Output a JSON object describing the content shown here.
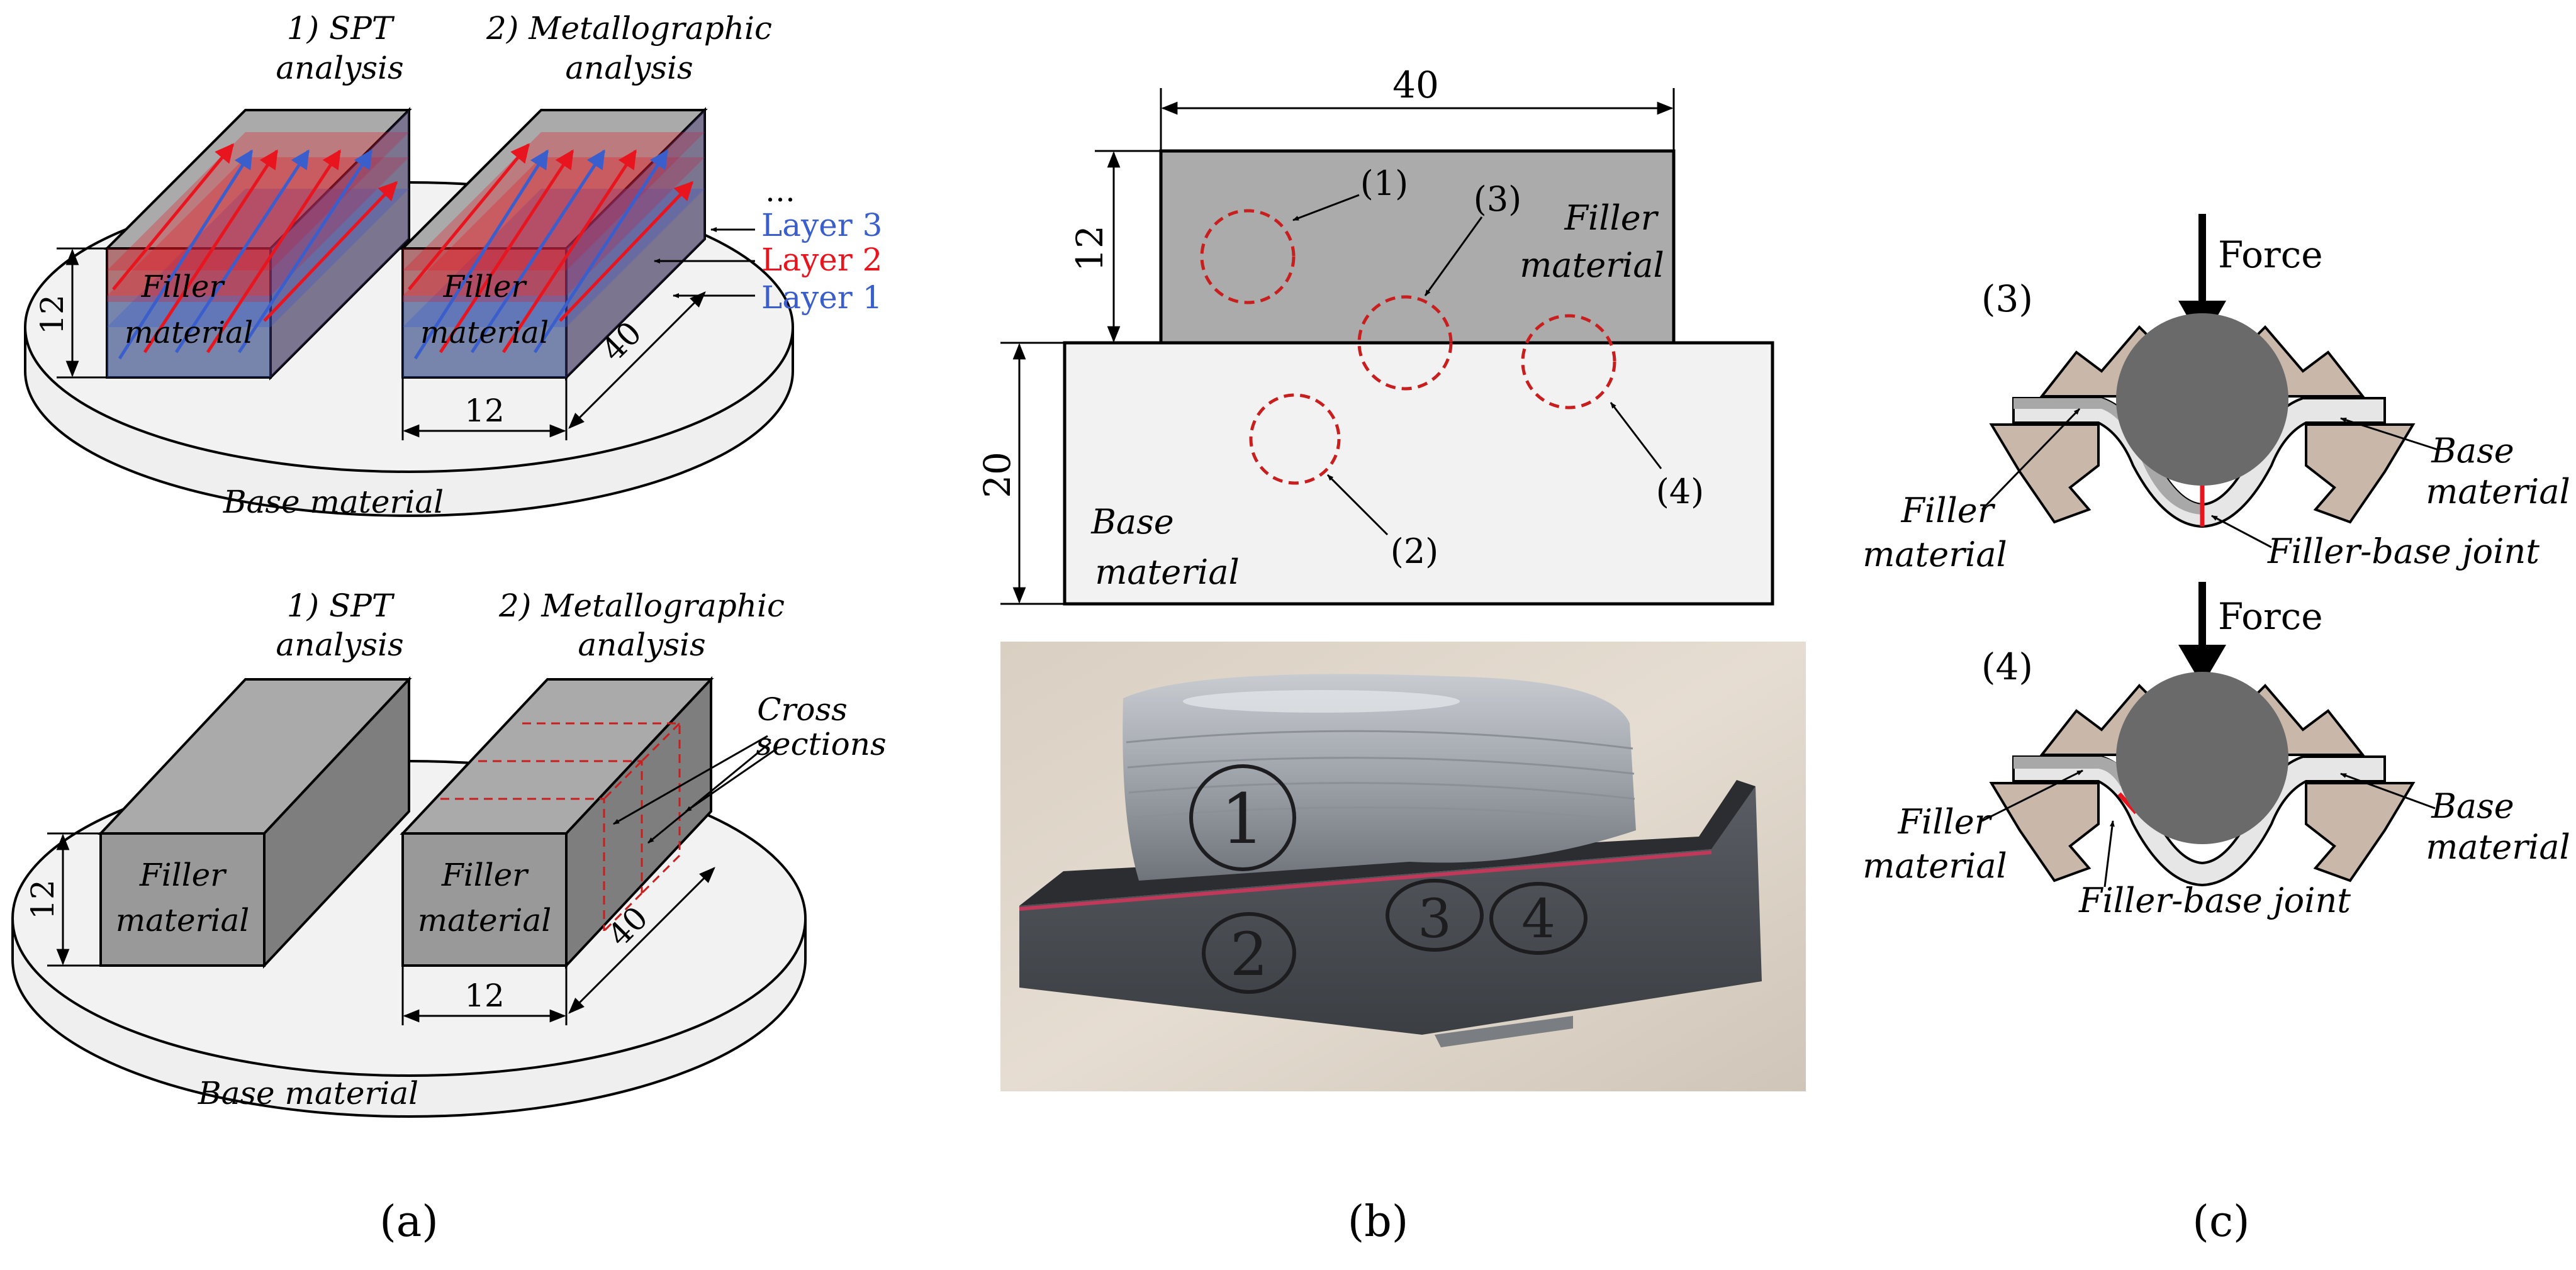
{
  "panel_a": {
    "top": {
      "spt_label": [
        "1) SPT",
        "analysis"
      ],
      "metal_label": [
        "2) Metallographic",
        "analysis"
      ],
      "ellipsis": "…",
      "layers": [
        "Layer 3",
        "Layer 2",
        "Layer 1"
      ],
      "filler_label": [
        "Filler",
        "material"
      ],
      "dim_height": "12",
      "dim_width": "12",
      "dim_length": "40",
      "base_label": "Base material"
    },
    "bottom": {
      "spt_label": [
        "1) SPT",
        "analysis"
      ],
      "metal_label": [
        "2) Metallographic",
        "analysis"
      ],
      "cross_label": [
        "Cross",
        "sections"
      ],
      "filler_label": [
        "Filler",
        "material"
      ],
      "dim_height": "12",
      "dim_width": "12",
      "dim_length": "40",
      "base_label": "Base material"
    },
    "caption": "(a)"
  },
  "panel_b": {
    "dim_width": "40",
    "dim_filler_height": "12",
    "dim_base_height": "20",
    "filler_label": [
      "Filler",
      "material"
    ],
    "base_label": [
      "Base",
      "material"
    ],
    "positions": [
      "(1)",
      "(2)",
      "(3)",
      "(4)"
    ],
    "photo_marks": [
      "1",
      "2",
      "3",
      "4"
    ],
    "caption": "(b)"
  },
  "panel_c": {
    "top": {
      "number": "(3)",
      "force": "Force",
      "base_label": [
        "Base",
        "material"
      ],
      "filler_label": [
        "Filler",
        "material"
      ],
      "joint_label": "Filler-base joint"
    },
    "bottom": {
      "number": "(4)",
      "force": "Force",
      "base_label": [
        "Base",
        "material"
      ],
      "filler_label": [
        "Filler",
        "material"
      ],
      "joint_label": "Filler-base joint"
    },
    "caption": "(c)"
  },
  "colors": {
    "filler_gray": "#a8a8a8",
    "base_light": "#f0f0f0",
    "layer_red": "#e8141e",
    "layer_blue": "#3a5fcd",
    "marker_red": "#c81e1e",
    "die_tan": "#c9b8aa",
    "ball_gray": "#6a6a6a"
  }
}
